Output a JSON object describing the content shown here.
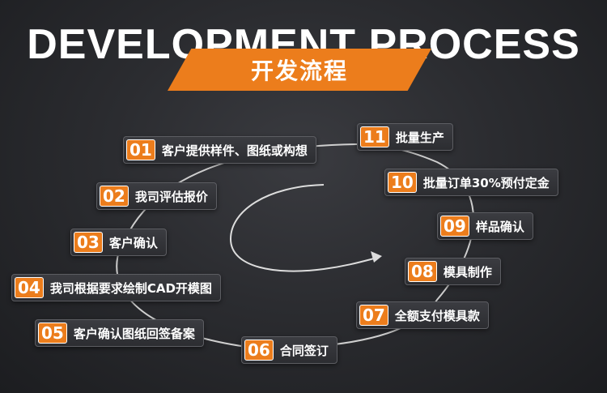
{
  "header": {
    "title_en": "DEVELOPMENT PROCESS",
    "title_cn": "开发流程"
  },
  "colors": {
    "accent": "#ec7d1c",
    "track": "#cfcfcf",
    "arrow": "#dddddd"
  },
  "steps": [
    {
      "num": "01",
      "label": "客户提供样件、图纸或构想"
    },
    {
      "num": "02",
      "label": "我司评估报价"
    },
    {
      "num": "03",
      "label": "客户确认"
    },
    {
      "num": "04",
      "label": "我司根据要求绘制CAD开模图"
    },
    {
      "num": "05",
      "label": "客户确认图纸回签备案"
    },
    {
      "num": "06",
      "label": "合同签订"
    },
    {
      "num": "07",
      "label": "全额支付模具款"
    },
    {
      "num": "08",
      "label": "模具制作"
    },
    {
      "num": "09",
      "label": "样品确认"
    },
    {
      "num": "10",
      "label": "批量订单30%预付定金"
    },
    {
      "num": "11",
      "label": "批量生产"
    }
  ]
}
